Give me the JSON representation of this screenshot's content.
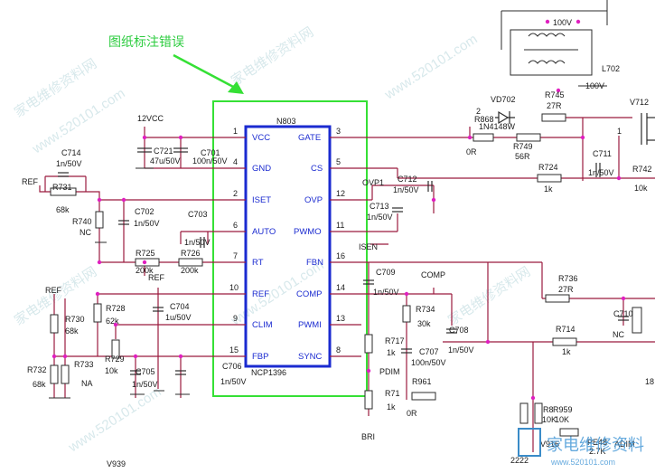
{
  "annotation": {
    "text": "图纸标注错误",
    "color": "#2ecc40"
  },
  "colors": {
    "wire": "#9b1b3e",
    "chip": "#1b2bd0",
    "highlight": "#35e035",
    "dot": "#e020c0"
  },
  "chip": {
    "ref": "N803",
    "part": "NCP1396",
    "left_pins": [
      {
        "num": "1",
        "name": "VCC"
      },
      {
        "num": "4",
        "name": "GND"
      },
      {
        "num": "2",
        "name": "ISET"
      },
      {
        "num": "6",
        "name": "AUTO"
      },
      {
        "num": "7",
        "name": "RT"
      },
      {
        "num": "10",
        "name": "REF"
      },
      {
        "num": "9",
        "name": "CLIM"
      },
      {
        "num": "15",
        "name": "FBP"
      }
    ],
    "right_pins": [
      {
        "num": "3",
        "name": "GATE"
      },
      {
        "num": "5",
        "name": "CS"
      },
      {
        "num": "12",
        "name": "OVP"
      },
      {
        "num": "11",
        "name": "PWMO"
      },
      {
        "num": "16",
        "name": "FBN"
      },
      {
        "num": "14",
        "name": "COMP"
      },
      {
        "num": "13",
        "name": "PWMI"
      },
      {
        "num": "8",
        "name": "SYNC"
      }
    ]
  },
  "nets": {
    "vcc": "12VCC",
    "ref1": "REF",
    "ref2": "REF",
    "ref3": "REF",
    "ovp": "OVP1",
    "isen": "ISEN",
    "comp": "COMP",
    "pdim": "PDIM",
    "bri": "BRI",
    "v100a": "100V",
    "v100b": "100V"
  },
  "components": {
    "c714": {
      "ref": "C714",
      "val": "1n/50V"
    },
    "r731": {
      "ref": "R731",
      "val": "68k"
    },
    "r740": {
      "ref": "R740",
      "val": "NC"
    },
    "c721": {
      "ref": "C721",
      "val": "47u/50V"
    },
    "c701": {
      "ref": "C701",
      "val": "100n/50V"
    },
    "c702": {
      "ref": "C702",
      "val": "1n/50V"
    },
    "c703": {
      "ref": "C703",
      "val": "1n/50V"
    },
    "r725": {
      "ref": "R725",
      "val": "200k"
    },
    "r726": {
      "ref": "R726",
      "val": "200k"
    },
    "r728": {
      "ref": "R728",
      "val": "62k"
    },
    "c704": {
      "ref": "C704",
      "val": "1u/50V"
    },
    "r730": {
      "ref": "R730",
      "val": "68k"
    },
    "r729": {
      "ref": "R729",
      "val": "10k"
    },
    "c705": {
      "ref": "C705",
      "val": "1n/50V"
    },
    "r733": {
      "ref": "R733",
      "val": "NA"
    },
    "r732": {
      "ref": "R732",
      "val": "68k"
    },
    "c706": {
      "ref": "C706",
      "val": "1n/50V"
    },
    "c712": {
      "ref": "C712",
      "val": "1n/50V"
    },
    "c713": {
      "ref": "C713",
      "val": "1n/50V"
    },
    "c709": {
      "ref": "C709",
      "val": "1n/50V"
    },
    "r734": {
      "ref": "R734",
      "val": "30k"
    },
    "c708": {
      "ref": "C708",
      "val": "1n/50V"
    },
    "r717": {
      "ref": "R717",
      "val": "1k"
    },
    "c707": {
      "ref": "C707",
      "val": "100n/50V"
    },
    "r961": {
      "ref": "R961",
      "val": "0R"
    },
    "r71x": {
      "ref": "R71",
      "val": "1k"
    },
    "vd702": {
      "ref": "VD702",
      "val": "1N4148W"
    },
    "r745": {
      "ref": "R745",
      "val": "27R"
    },
    "r868": {
      "ref": "R868",
      "val": "0R"
    },
    "r749": {
      "ref": "R749",
      "val": "56R"
    },
    "r724": {
      "ref": "R724",
      "val": "1k"
    },
    "c711": {
      "ref": "C711",
      "val": "1n/50V"
    },
    "v712": {
      "ref": "V712",
      "val": ""
    },
    "r742": {
      "ref": "R742",
      "val": "10k"
    },
    "r736": {
      "ref": "R736",
      "val": "27R"
    },
    "r714": {
      "ref": "R714",
      "val": "1k"
    },
    "c710": {
      "ref": "C710",
      "val": "NC"
    },
    "l702": {
      "ref": "L702",
      "val": ""
    },
    "r8xx": {
      "ref": "R8",
      "val": "10K"
    },
    "r959": {
      "ref": "R959",
      "val": "10K"
    },
    "v916": {
      "ref": "V916",
      "val": ""
    },
    "pe48": {
      "ref": "PE48",
      "val": "2.7K"
    },
    "r2222": {
      "ref": "2222",
      "val": ""
    },
    "v939": {
      "ref": "V939",
      "val": ""
    }
  },
  "pin_numbers": {
    "p2": "2",
    "p1": "1",
    "p18": "18"
  },
  "misc": {
    "adim": "ADIM"
  },
  "watermarks": [
    "家电维修资料网",
    "www.520101.com",
    "家电维修资料网",
    "www.520101.com",
    "家电维修资料网",
    "www.520101.com",
    "家电维修资料网",
    "www.520101.com"
  ],
  "logo": {
    "cn": "家电维修资料",
    "url": "www.520101.com"
  }
}
